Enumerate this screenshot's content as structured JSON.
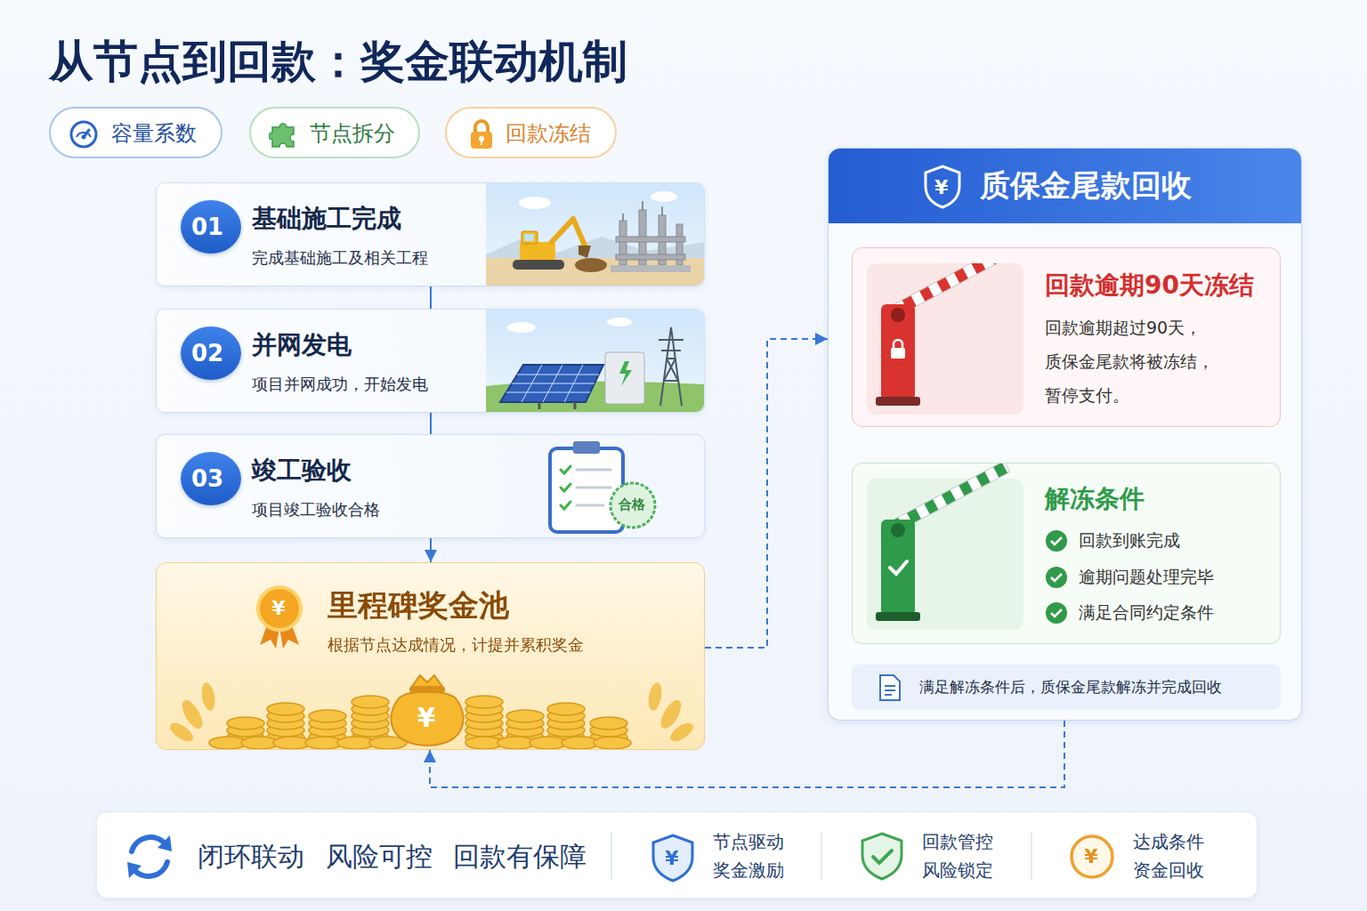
{
  "diagram": {
    "title": "从节点到回款：奖金联动机制",
    "nodes": [
      {
        "text": [
          "容量系数"
        ]
      },
      {
        "text": [
          "节点拆分"
        ]
      },
      {
        "text": [
          "回款冻结"
        ]
      },
      {
        "text": [
          "基础施工完成",
          "完成基础施工及相关工程"
        ]
      },
      {
        "text": [
          "01"
        ],
        "in": 3
      },
      {
        "text": [
          "并网发电",
          "项目并网成功，开始发电"
        ]
      },
      {
        "text": [
          "02"
        ],
        "in": 5
      },
      {
        "text": [
          "竣工验收",
          "项目竣工验收合格"
        ]
      },
      {
        "text": [
          "03"
        ],
        "in": 7
      },
      {
        "text": [
          "里程碑奖金池",
          "根据节点达成情况，计提并累积奖金"
        ]
      },
      {
        "text": [
          "质保金尾款回收"
        ]
      },
      {
        "text": [
          "回款逾期90天冻结",
          "回款逾期超过90天， 质保金尾款将被冻结， 暂停支付。"
        ],
        "in": 10
      },
      {
        "text": [
          "解冻条件",
          "回款到账完成",
          "逾期问题处理完毕",
          "满足合同约定条件"
        ],
        "in": 10
      },
      {
        "text": [
          "满足解冻条件后，质保金尾款解冻并完成回收"
        ],
        "in": 10
      },
      {
        "text": [
          "闭环联动 风险可控 回款有保障",
          "节点驱动 奖金激励",
          "回款管控 风险锁定",
          "达成条件 资金回收"
        ]
      }
    ],
    "edges": [
      {
        "from": 3,
        "to": 5,
        "arrow": "none"
      },
      {
        "from": 5,
        "to": 7,
        "arrow": "none"
      },
      {
        "from": 7,
        "to": 9,
        "arrow": "to"
      },
      {
        "from": 9,
        "to": 10,
        "arrow": "to"
      },
      {
        "from": 11,
        "to": 12,
        "arrow": "to"
      },
      {
        "from": 10,
        "to": 9,
        "arrow": "to"
      }
    ],
    "labels": [
      "¥",
      "合格",
      "¥",
      "¥",
      "¥",
      "¥"
    ]
  }
}
